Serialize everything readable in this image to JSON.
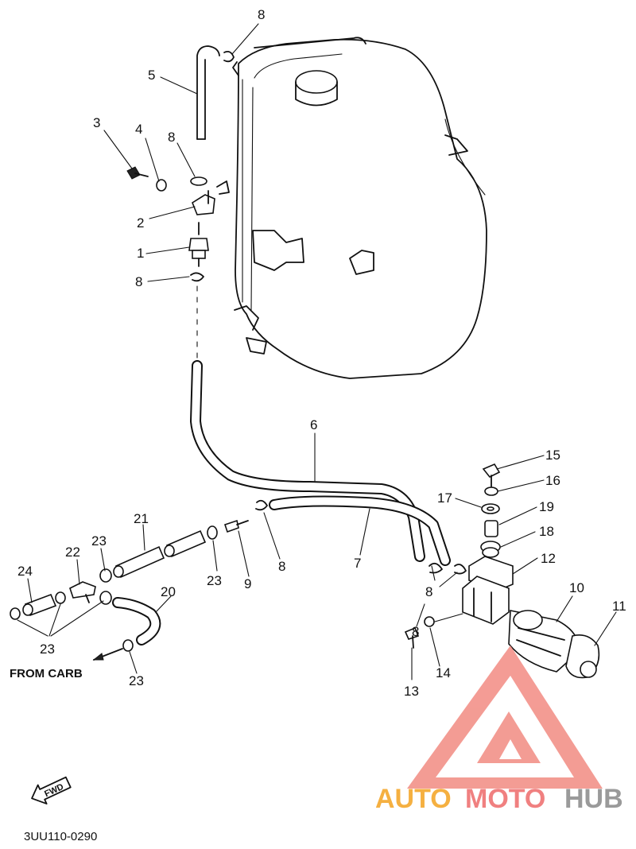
{
  "callouts": [
    "1",
    "2",
    "3",
    "4",
    "5",
    "6",
    "7",
    "8",
    "9",
    "10",
    "11",
    "12",
    "13",
    "14",
    "15",
    "16",
    "17",
    "18",
    "19",
    "20",
    "21",
    "22",
    "23",
    "24"
  ],
  "label_8": "8",
  "label_23": "23",
  "from_carb": "FROM CARB",
  "fwd": "FWD",
  "diagram_code": "3UU110-0290",
  "watermark": {
    "part1": "AUTO",
    "part2": "MOTO",
    "part3": "HUB",
    "colors": {
      "part1": "#f5b041",
      "part2": "#f08080",
      "part3": "#9a9a9a",
      "logo": "#f28b82"
    }
  }
}
